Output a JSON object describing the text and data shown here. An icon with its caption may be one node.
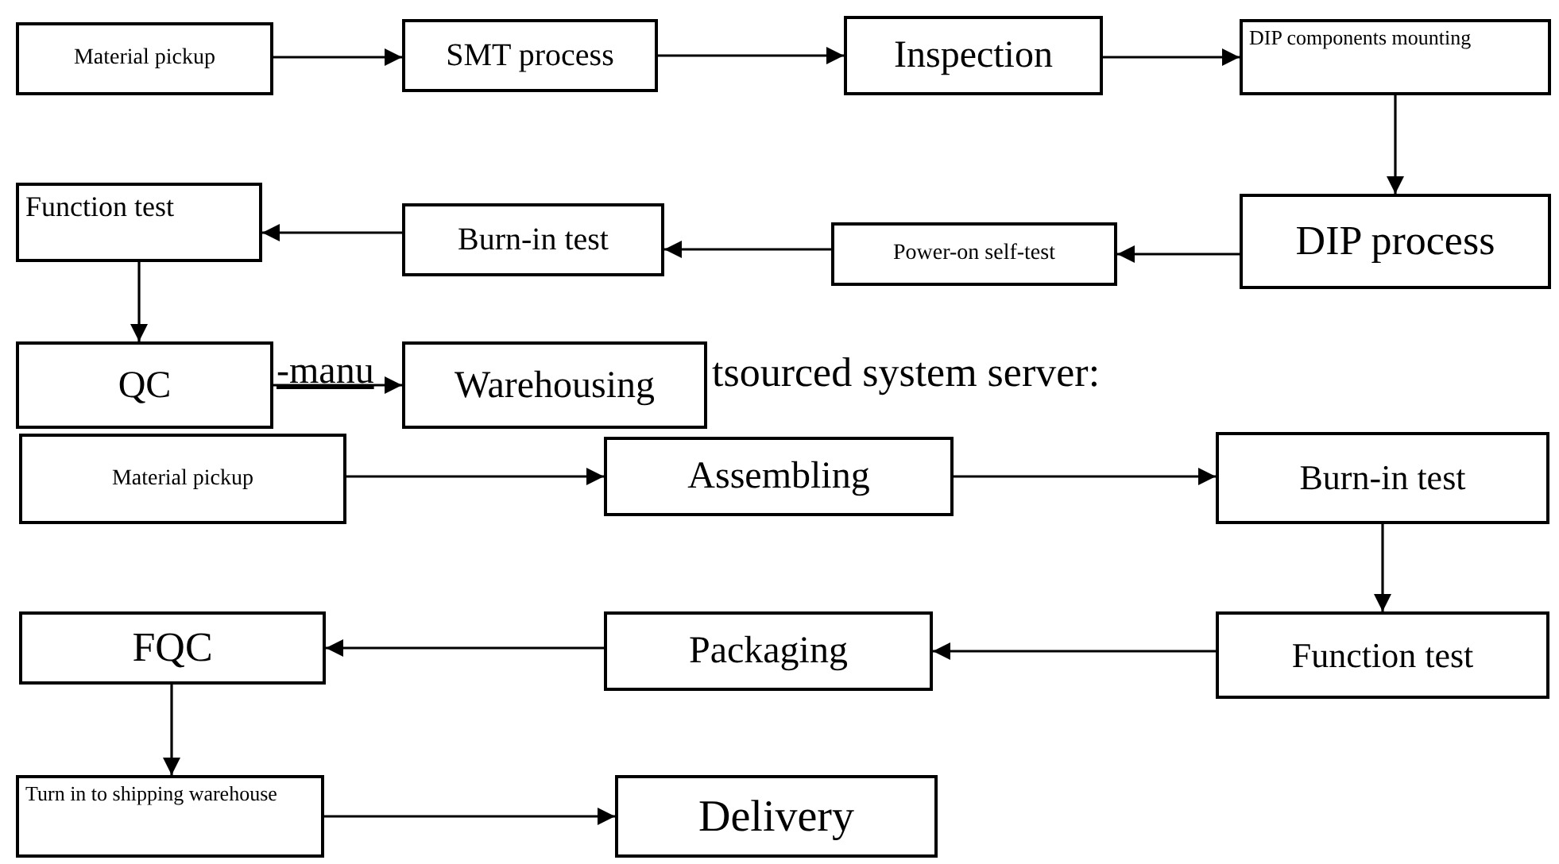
{
  "diagram": {
    "nodes": [
      {
        "text": [
          "Material pickup"
        ]
      },
      {
        "text": [
          "SMT process"
        ]
      },
      {
        "text": [
          "Inspection"
        ]
      },
      {
        "text": [
          "DIP components mounting"
        ]
      },
      {
        "text": [
          "DIP process"
        ]
      },
      {
        "text": [
          "Power-on self-test"
        ]
      },
      {
        "text": [
          "Burn-in test"
        ]
      },
      {
        "text": [
          "Function test"
        ]
      },
      {
        "text": [
          "QC"
        ]
      },
      {
        "text": [
          "Warehousing"
        ]
      },
      {
        "text": [
          "Material pickup"
        ]
      },
      {
        "text": [
          "Assembling"
        ]
      },
      {
        "text": [
          "Burn-in test"
        ]
      },
      {
        "text": [
          "Function test"
        ]
      },
      {
        "text": [
          "Packaging"
        ]
      },
      {
        "text": [
          "FQC"
        ]
      },
      {
        "text": [
          "Turn in to shipping warehouse"
        ]
      },
      {
        "text": [
          "Delivery"
        ]
      }
    ],
    "edges": [
      {
        "from": 0,
        "to": 1,
        "arrow": "to"
      },
      {
        "from": 1,
        "to": 2,
        "arrow": "to"
      },
      {
        "from": 2,
        "to": 3,
        "arrow": "to"
      },
      {
        "from": 3,
        "to": 4,
        "arrow": "to"
      },
      {
        "from": 4,
        "to": 5,
        "arrow": "to"
      },
      {
        "from": 5,
        "to": 6,
        "arrow": "to"
      },
      {
        "from": 6,
        "to": 7,
        "arrow": "to"
      },
      {
        "from": 7,
        "to": 8,
        "arrow": "to"
      },
      {
        "from": 8,
        "to": 9,
        "arrow": "to"
      },
      {
        "from": 10,
        "to": 11,
        "arrow": "to"
      },
      {
        "from": 11,
        "to": 12,
        "arrow": "to"
      },
      {
        "from": 12,
        "to": 13,
        "arrow": "to"
      },
      {
        "from": 13,
        "to": 14,
        "arrow": "to"
      },
      {
        "from": 14,
        "to": 15,
        "arrow": "to"
      },
      {
        "from": 15,
        "to": 16,
        "arrow": "to"
      },
      {
        "from": 16,
        "to": 17,
        "arrow": "to"
      }
    ],
    "labels": [
      "-manu",
      "tsourced system server:"
    ]
  }
}
